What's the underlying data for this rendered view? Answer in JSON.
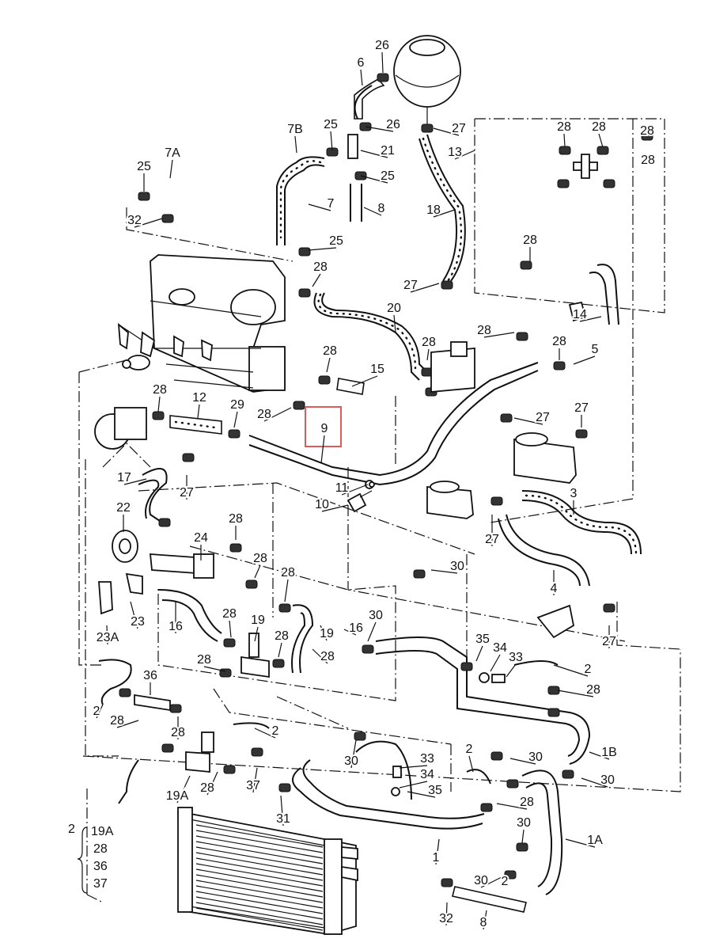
{
  "diagram": {
    "callouts": [
      {
        "id": "c26a",
        "text": "26"
      },
      {
        "id": "c6",
        "text": "6"
      },
      {
        "id": "c25a",
        "text": "25"
      },
      {
        "id": "c26b",
        "text": "26"
      },
      {
        "id": "c27a",
        "text": "27"
      },
      {
        "id": "c7B",
        "text": "7B"
      },
      {
        "id": "c21",
        "text": "21"
      },
      {
        "id": "c25b",
        "text": "25"
      },
      {
        "id": "c7",
        "text": "7"
      },
      {
        "id": "c8a",
        "text": "8"
      },
      {
        "id": "c18",
        "text": "18"
      },
      {
        "id": "c13",
        "text": "13"
      },
      {
        "id": "c28a",
        "text": "28"
      },
      {
        "id": "c28b",
        "text": "28"
      },
      {
        "id": "c28c",
        "text": "28"
      },
      {
        "id": "c28d",
        "text": "28"
      },
      {
        "id": "c7A",
        "text": "7A"
      },
      {
        "id": "c25c",
        "text": "25"
      },
      {
        "id": "c32a",
        "text": "32"
      },
      {
        "id": "c25d",
        "text": "25"
      },
      {
        "id": "c28e",
        "text": "28"
      },
      {
        "id": "c27b",
        "text": "27"
      },
      {
        "id": "c28f",
        "text": "28"
      },
      {
        "id": "c14",
        "text": "14"
      },
      {
        "id": "c20",
        "text": "20"
      },
      {
        "id": "c28g",
        "text": "28"
      },
      {
        "id": "c28h",
        "text": "28"
      },
      {
        "id": "c28i",
        "text": "28"
      },
      {
        "id": "c5",
        "text": "5"
      },
      {
        "id": "c28j",
        "text": "28"
      },
      {
        "id": "c15",
        "text": "15"
      },
      {
        "id": "c28k",
        "text": "28"
      },
      {
        "id": "c12",
        "text": "12"
      },
      {
        "id": "c29",
        "text": "29"
      },
      {
        "id": "c28l",
        "text": "28"
      },
      {
        "id": "c9",
        "text": "9"
      },
      {
        "id": "c27c",
        "text": "27"
      },
      {
        "id": "c27d",
        "text": "27"
      },
      {
        "id": "c17",
        "text": "17"
      },
      {
        "id": "c27e",
        "text": "27"
      },
      {
        "id": "c11",
        "text": "11"
      },
      {
        "id": "c10",
        "text": "10"
      },
      {
        "id": "c3",
        "text": "3"
      },
      {
        "id": "c27f",
        "text": "27"
      },
      {
        "id": "c22",
        "text": "22"
      },
      {
        "id": "c28m",
        "text": "28"
      },
      {
        "id": "c24",
        "text": "24"
      },
      {
        "id": "c28n",
        "text": "28"
      },
      {
        "id": "c28o",
        "text": "28"
      },
      {
        "id": "c30a",
        "text": "30"
      },
      {
        "id": "c4",
        "text": "4"
      },
      {
        "id": "c23",
        "text": "23"
      },
      {
        "id": "c23A",
        "text": "23A"
      },
      {
        "id": "c16a",
        "text": "16"
      },
      {
        "id": "c28p",
        "text": "28"
      },
      {
        "id": "c19",
        "text": "19"
      },
      {
        "id": "c28q",
        "text": "28"
      },
      {
        "id": "c19b",
        "text": "19"
      },
      {
        "id": "c16b",
        "text": "16"
      },
      {
        "id": "c28r",
        "text": "28"
      },
      {
        "id": "c30b",
        "text": "30"
      },
      {
        "id": "c27g",
        "text": "27"
      },
      {
        "id": "c35a",
        "text": "35"
      },
      {
        "id": "c34a",
        "text": "34"
      },
      {
        "id": "c33a",
        "text": "33"
      },
      {
        "id": "c2a",
        "text": "2"
      },
      {
        "id": "c28s",
        "text": "28"
      },
      {
        "id": "c28t",
        "text": "28"
      },
      {
        "id": "c36",
        "text": "36"
      },
      {
        "id": "c2b",
        "text": "2"
      },
      {
        "id": "c28u",
        "text": "28"
      },
      {
        "id": "c28v",
        "text": "28"
      },
      {
        "id": "c2c",
        "text": "2"
      },
      {
        "id": "c2d",
        "text": "2"
      },
      {
        "id": "c30c",
        "text": "30"
      },
      {
        "id": "c1B",
        "text": "1B"
      },
      {
        "id": "c33b",
        "text": "33"
      },
      {
        "id": "c30d",
        "text": "30"
      },
      {
        "id": "c34b",
        "text": "34"
      },
      {
        "id": "c30e",
        "text": "30"
      },
      {
        "id": "c35b",
        "text": "35"
      },
      {
        "id": "c28w",
        "text": "28"
      },
      {
        "id": "c19A",
        "text": "19A"
      },
      {
        "id": "c28x",
        "text": "28"
      },
      {
        "id": "c37",
        "text": "37"
      },
      {
        "id": "c31",
        "text": "31"
      },
      {
        "id": "c30f",
        "text": "30"
      },
      {
        "id": "c1A",
        "text": "1A"
      },
      {
        "id": "c1",
        "text": "1"
      },
      {
        "id": "c30g",
        "text": "30"
      },
      {
        "id": "c32b",
        "text": "32"
      },
      {
        "id": "c8b",
        "text": "8"
      },
      {
        "id": "c2e",
        "text": "2"
      }
    ],
    "legend_group": {
      "lead": "2",
      "items": [
        "19A",
        "28",
        "36",
        "37"
      ]
    },
    "highlight": {
      "label": "9",
      "color": "#e05a5a"
    }
  }
}
